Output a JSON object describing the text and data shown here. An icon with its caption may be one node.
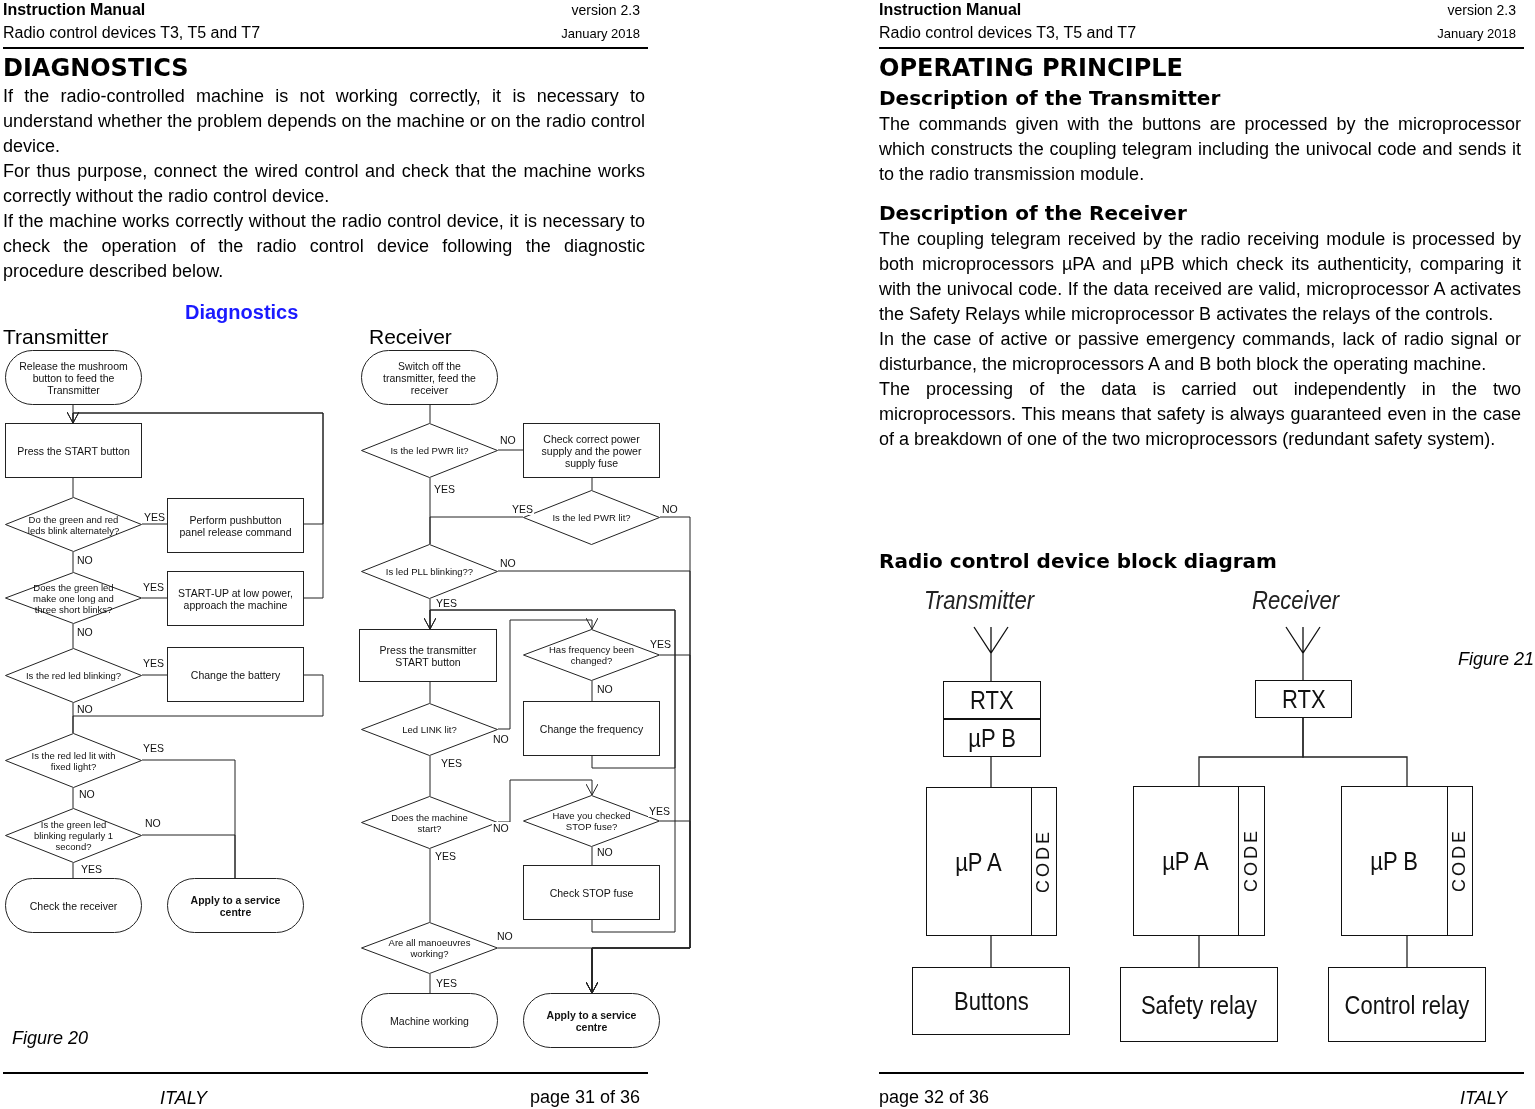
{
  "diagram": {
    "nodes": [
      {
        "text": [
          "Release the mushroom button to feed the Transmitter"
        ]
      },
      {
        "text": [
          "Press the START button"
        ]
      },
      {
        "text": [
          "Do the green and red leds blink alternately?"
        ]
      },
      {
        "text": [
          "Perform pushbutton panel release command"
        ]
      },
      {
        "text": [
          "Does the green led make one long and three short blinks?"
        ]
      },
      {
        "text": [
          "START-UP at low power, approach the machine"
        ]
      },
      {
        "text": [
          "Is the red led blinking?"
        ]
      },
      {
        "text": [
          "Change the battery"
        ]
      },
      {
        "text": [
          "Is the red led lit with fixed light?"
        ]
      },
      {
        "text": [
          "Is the green led blinking regularly 1 second?"
        ]
      },
      {
        "text": [
          "Check the receiver"
        ]
      },
      {
        "text": [
          "Apply to a service centre"
        ]
      },
      {
        "text": [
          "Switch off the transmitter, feed the receiver"
        ]
      },
      {
        "text": [
          "Is the led PWR lit?"
        ]
      },
      {
        "text": [
          "Check correct power supply and the power supply fuse"
        ]
      },
      {
        "text": [
          "Is the led PWR lit?"
        ]
      },
      {
        "text": [
          "Is led PLL blinking??"
        ]
      },
      {
        "text": [
          "Press the transmitter START button"
        ]
      },
      {
        "text": [
          "Has frequency been changed?"
        ]
      },
      {
        "text": [
          "Led LINK lit?"
        ]
      },
      {
        "text": [
          "Change the frequency"
        ]
      },
      {
        "text": [
          "Does the machine start?"
        ]
      },
      {
        "text": [
          "Have you checked STOP fuse?"
        ]
      },
      {
        "text": [
          "Check STOP fuse"
        ]
      },
      {
        "text": [
          "Are all manoeuvres working?"
        ]
      },
      {
        "text": [
          "Machine working"
        ]
      },
      {
        "text": [
          "Apply to a service centre"
        ]
      },
      {
        "text": [],
        "shape": "antenna"
      },
      {
        "text": [
          "RTX"
        ]
      },
      {
        "text": [
          "µP B"
        ]
      },
      {
        "text": [
          "µP A"
        ]
      },
      {
        "text": [
          "CODE"
        ],
        "in": 30
      },
      {
        "text": [
          "Buttons"
        ]
      },
      {
        "text": [],
        "shape": "antenna"
      },
      {
        "text": [
          "RTX"
        ]
      },
      {
        "text": [
          "µP A"
        ]
      },
      {
        "text": [
          "CODE"
        ],
        "in": 35
      },
      {
        "text": [
          "µP B"
        ]
      },
      {
        "text": [
          "CODE"
        ],
        "in": 37
      },
      {
        "text": [
          "Safety relay"
        ]
      },
      {
        "text": [
          "Control relay"
        ]
      }
    ],
    "edges": [
      {
        "from": 0,
        "to": 1,
        "arrow": "none"
      },
      {
        "from": 1,
        "to": 2,
        "arrow": "none"
      },
      {
        "from": 2,
        "to": 3,
        "arrow": "none",
        "label": "YES"
      },
      {
        "from": 3,
        "to": 1,
        "arrow": "to"
      },
      {
        "from": 2,
        "to": 4,
        "arrow": "none",
        "label": "NO"
      },
      {
        "from": 4,
        "to": 5,
        "arrow": "none",
        "label": "YES"
      },
      {
        "from": 5,
        "to": 1,
        "arrow": "to"
      },
      {
        "from": 4,
        "to": 6,
        "arrow": "none",
        "label": "NO"
      },
      {
        "from": 6,
        "to": 7,
        "arrow": "none",
        "label": "YES"
      },
      {
        "from": 7,
        "to": 8,
        "arrow": "none"
      },
      {
        "from": 6,
        "to": 8,
        "arrow": "none",
        "label": "NO"
      },
      {
        "from": 8,
        "to": 11,
        "arrow": "none",
        "label": "YES"
      },
      {
        "from": 8,
        "to": 9,
        "arrow": "none",
        "label": "NO"
      },
      {
        "from": 9,
        "to": 11,
        "arrow": "none",
        "label": "NO"
      },
      {
        "from": 9,
        "to": 10,
        "arrow": "none",
        "label": "YES"
      },
      {
        "from": 12,
        "to": 13,
        "arrow": "none"
      },
      {
        "from": 13,
        "to": 14,
        "arrow": "none",
        "label": "NO"
      },
      {
        "from": 13,
        "to": 16,
        "arrow": "none",
        "label": "YES"
      },
      {
        "from": 14,
        "to": 15,
        "arrow": "none"
      },
      {
        "from": 15,
        "to": 16,
        "arrow": "none",
        "label": "YES"
      },
      {
        "from": 15,
        "to": 26,
        "arrow": "to",
        "label": "NO"
      },
      {
        "from": 16,
        "to": 26,
        "arrow": "to",
        "label": "NO"
      },
      {
        "from": 16,
        "to": 17,
        "arrow": "none",
        "label": "YES"
      },
      {
        "from": 17,
        "to": 19,
        "arrow": "none"
      },
      {
        "from": 19,
        "to": 18,
        "arrow": "to",
        "label": "NO"
      },
      {
        "from": 18,
        "to": 20,
        "arrow": "none",
        "label": "NO"
      },
      {
        "from": 18,
        "to": 26,
        "arrow": "to",
        "label": "YES"
      },
      {
        "from": 20,
        "to": 17,
        "arrow": "to"
      },
      {
        "from": 19,
        "to": 21,
        "arrow": "none",
        "label": "YES"
      },
      {
        "from": 21,
        "to": 22,
        "arrow": "to",
        "label": "NO"
      },
      {
        "from": 22,
        "to": 26,
        "arrow": "to",
        "label": "YES"
      },
      {
        "from": 22,
        "to": 23,
        "arrow": "none",
        "label": "NO"
      },
      {
        "from": 23,
        "to": 17,
        "arrow": "to"
      },
      {
        "from": 21,
        "to": 24,
        "arrow": "none",
        "label": "YES"
      },
      {
        "from": 24,
        "to": 26,
        "arrow": "none",
        "label": "NO"
      },
      {
        "from": 24,
        "to": 25,
        "arrow": "none",
        "label": "YES"
      },
      {
        "from": 27,
        "to": 28,
        "arrow": "none"
      },
      {
        "from": 29,
        "to": 30,
        "arrow": "none"
      },
      {
        "from": 30,
        "to": 32,
        "arrow": "none"
      },
      {
        "from": 33,
        "to": 34,
        "arrow": "none"
      },
      {
        "from": 34,
        "to": 35,
        "arrow": "none"
      },
      {
        "from": 34,
        "to": 37,
        "arrow": "none"
      },
      {
        "from": 35,
        "to": 39,
        "arrow": "none"
      },
      {
        "from": 37,
        "to": 40,
        "arrow": "none"
      }
    ],
    "labels": [
      "Instruction Manual",
      "version 2.3",
      "Radio control devices T3, T5 and T7",
      "January 2018",
      "DIAGNOSTICS",
      "If the radio-controlled machine is not working correctly, it is necessary to understand whether the problem depends on the machine or on the radio control device.",
      "For thus purpose, connect the wired control and check that the machine works correctly without the radio control device.",
      "If the machine works correctly without the radio control device, it is necessary to check the operation of the radio control device following the diagnostic procedure described below.",
      "Diagnostics",
      "Transmitter",
      "Receiver",
      "Figure 20",
      "ITALY",
      "page 31 of 36",
      "Instruction Manual",
      "version 2.3",
      "Radio control devices T3, T5 and T7",
      "January 2018",
      "OPERATING PRINCIPLE",
      "Description of the Transmitter",
      "The commands given with the buttons are processed by the microprocessor which constructs the coupling telegram including the univocal code and sends it to the radio transmission module.",
      "Description of the Receiver",
      "The coupling telegram received by the radio receiving module is processed by both microprocessors µPA and µPB which check its authenticity, comparing it with the univocal code. If the data received are valid, microprocessor A activates the Safety Relays while microprocessor B activates the relays of the controls.",
      "In the case of active or passive emergency commands, lack of radio signal or disturbance, the microprocessors A and B both block the operating machine.",
      "The processing of the data is carried out independently in the two microprocessors. This means that safety is always guaranteed even in the case of a breakdown of one of the two microprocessors (redundant safety system).",
      "Radio control device block diagram",
      "Transmitter",
      "Receiver",
      "Figure 21",
      "page 32 of 36",
      "ITALY"
    ]
  }
}
